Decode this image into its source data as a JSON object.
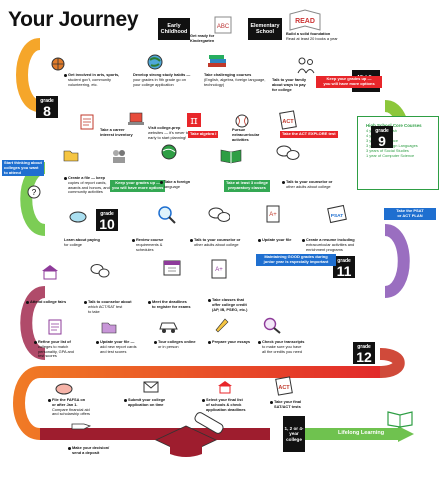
{
  "title": "Your Journey",
  "stages": {
    "early_childhood": "Early Childhood",
    "elementary": "Elementary School",
    "middle": "Middle School",
    "college_type": "1, 2 or 4-year college",
    "lifelong": "Lifelong Learning"
  },
  "grade_word": "grade",
  "grades": {
    "g8": "8",
    "g9": "9",
    "g10": "10",
    "g11": "11",
    "g12": "12"
  },
  "icon_text": {
    "abc_block": "ABC",
    "read": "READ",
    "act": "ACT",
    "psat": "PSAT",
    "a_plus": "A+"
  },
  "steps": {
    "kindergarten": [
      "Get ready for",
      "Kindergarten"
    ],
    "foundation": [
      "Build a solid foundation",
      "Read at least 20 books a year"
    ],
    "involved": [
      "Get involved in arts, sports,",
      "student gov't, community",
      "volunteering, etc."
    ],
    "study_habits": [
      "Develop strong study habits —",
      "your grades in 9th grade go on",
      "your college application"
    ],
    "challenging": [
      "Take challenging courses",
      "(English, algebra, foreign language,",
      "technology)"
    ],
    "talk_family": [
      "Talk to your family",
      "about ways to pay",
      "for college"
    ],
    "career": [
      "Take a career",
      "interest inventory"
    ],
    "websites": [
      "Visit college-prep",
      "websites — it's never too",
      "early to start planning!"
    ],
    "extracurricular": [
      "Pursue",
      "extracurricular",
      "activities"
    ],
    "create_file": [
      "Create a file — keep",
      "copies of report cards,",
      "awards and honors, and",
      "community activities"
    ],
    "foreign_language": [
      "Take a foreign",
      "language"
    ],
    "talk_counselor_1": [
      "Talk to your counselor or",
      "other adults about college"
    ],
    "learn_paying": [
      "Learn about paying",
      "for college"
    ],
    "review_courses": [
      "Review course",
      "requirements &",
      "schedules"
    ],
    "talk_counselor_2": [
      "Talk to your counselor or",
      "other adults about college"
    ],
    "update_file": [
      "Update your file"
    ],
    "resume": [
      "Create a resume including",
      "extracurricular activities and",
      "enrichment programs"
    ],
    "college_fairs": [
      "Attend college fairs"
    ],
    "act_sat": [
      "Talk to counselor about",
      "which ACT/SAT test",
      "to take"
    ],
    "deadlines": [
      "Meet the deadlines",
      "to register for exams"
    ],
    "college_credit": [
      "Take classes that",
      "offer college credit",
      "(AP, IB, PSEO, etc.)"
    ],
    "refine_list": [
      "Refine your list of",
      "colleges to match",
      "personality, GPA and",
      "test scores"
    ],
    "update_file_2": [
      "Update your file —",
      "add new report cards",
      "and test scores"
    ],
    "tour": [
      "Tour colleges online",
      "or in person"
    ],
    "essays": [
      "Prepare your essays"
    ],
    "transcripts": [
      "Check your transcripts",
      "to make sure you have",
      "all the credits you need"
    ],
    "fafsa": [
      "File the FAFSA on",
      "or after Jan 1.",
      "Compare financial aid",
      "and scholarship offers"
    ],
    "submit_app": [
      "Submit your college",
      "application on time"
    ],
    "final_list": [
      "Select your final list",
      "of schools & check",
      "application deadlines"
    ],
    "final_tests": [
      "Take your final",
      "SAT/ACT tests"
    ],
    "decision": [
      "Make your decision/",
      "send a deposit"
    ]
  },
  "callouts": {
    "keep_grades_up_1": [
      "Keep your grades up —",
      "you will have more options"
    ],
    "algebra": [
      "Take algebra I"
    ],
    "explore": [
      "Take the ACT EXPLORE test"
    ],
    "start_thinking": [
      "Start thinking about",
      "colleges you want",
      "to attend"
    ],
    "keep_grades_up_2": [
      "Keep your grades up —",
      "you will have more options"
    ],
    "prep_courses": [
      "Take at least 3 college",
      "preparatory classes"
    ],
    "psat": [
      "Take the PSAT",
      "or ACT PLAN"
    ],
    "maintain_gpa": [
      "Maintaining GOOD grades during",
      "junior year is especially important"
    ]
  },
  "core_courses": {
    "heading": "High School Core Courses",
    "items": [
      "4 years of English",
      "4 years of Math",
      "3 years of Science",
      "3 years of Foreign Languages",
      "3 years of Social Studies",
      "1 year of Computer Science"
    ]
  },
  "colors": {
    "orange": "#f5a62a",
    "green": "#9bd12b",
    "blue": "#6fcfe2",
    "purple": "#8e3b9a",
    "red": "#e8262a",
    "darkred": "#a0162a"
  }
}
